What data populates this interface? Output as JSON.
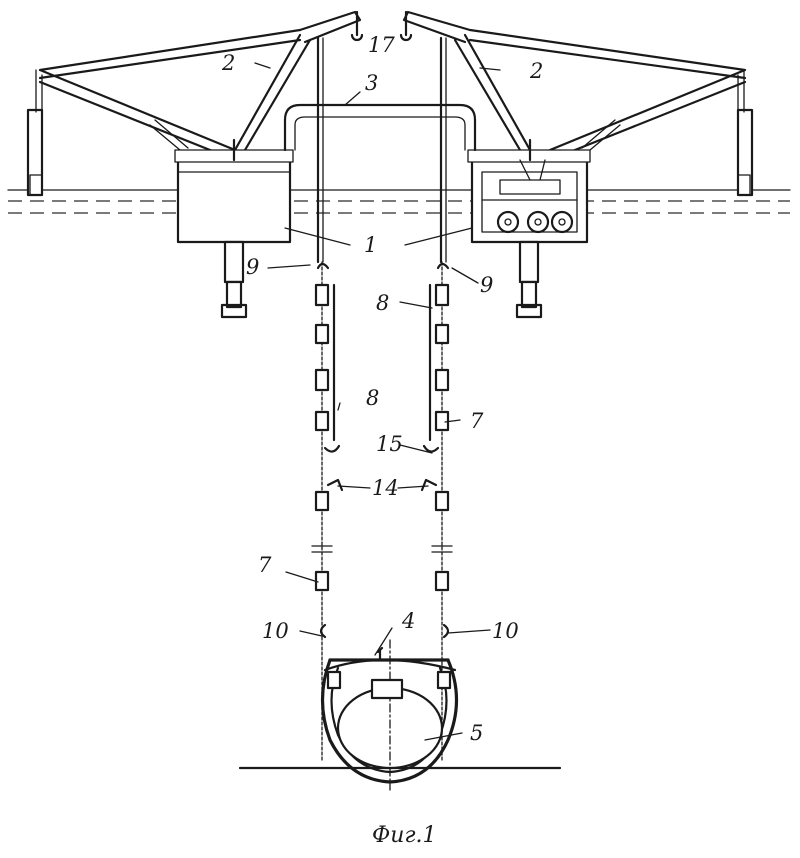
{
  "labels": {
    "l1": "1",
    "l2_left": "2",
    "l2_right": "2",
    "l3": "3",
    "l4": "4",
    "l5": "5",
    "l7_right": "7",
    "l7_left": "7",
    "l8_upper": "8",
    "l8_lower": "8",
    "l9_left": "9",
    "l9_right": "9",
    "l10_left": "10",
    "l10_right": "10",
    "l14": "14",
    "l15": "15",
    "l17": "17"
  },
  "caption": "Фиг.1"
}
